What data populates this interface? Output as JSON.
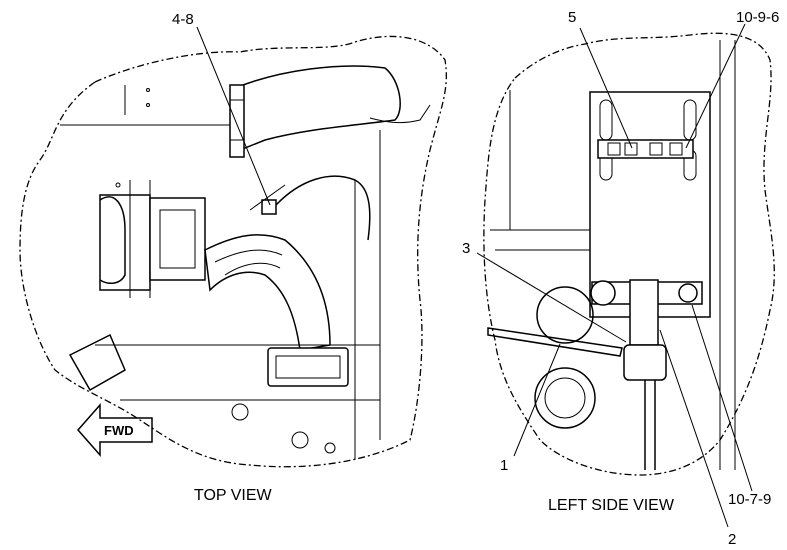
{
  "callouts": {
    "c_4_8": "4-8",
    "c_5": "5",
    "c_10_9_6": "10-9-6",
    "c_3": "3",
    "c_1": "1",
    "c_2": "2",
    "c_10_7_9": "10-7-9"
  },
  "views": {
    "top": "TOP VIEW",
    "left_side": "LEFT SIDE VIEW"
  },
  "arrow": {
    "label": "FWD"
  }
}
